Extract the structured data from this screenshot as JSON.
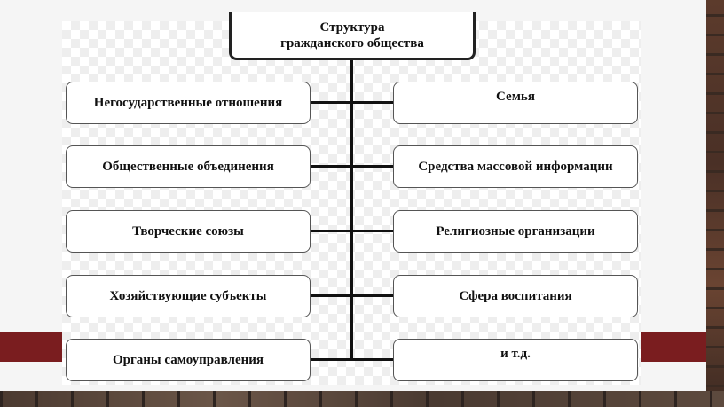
{
  "diagram": {
    "title_line1": "Структура",
    "title_line2": "гражданского общества",
    "left_items": [
      {
        "label": "Негосударственные отношения"
      },
      {
        "label": "Общественные объединения"
      },
      {
        "label": "Творческие союзы"
      },
      {
        "label": "Хозяйствующие субъекты"
      },
      {
        "label": "Органы самоуправления"
      }
    ],
    "right_items": [
      {
        "label": "Семья"
      },
      {
        "label": "Средства массовой информации"
      },
      {
        "label": "Религиозные организации"
      },
      {
        "label": "Сфера воспитания"
      },
      {
        "label": "и т.д."
      }
    ]
  },
  "colors": {
    "accent_band": "#7a1d1f",
    "box_border": "#555555",
    "connector": "#111111"
  }
}
